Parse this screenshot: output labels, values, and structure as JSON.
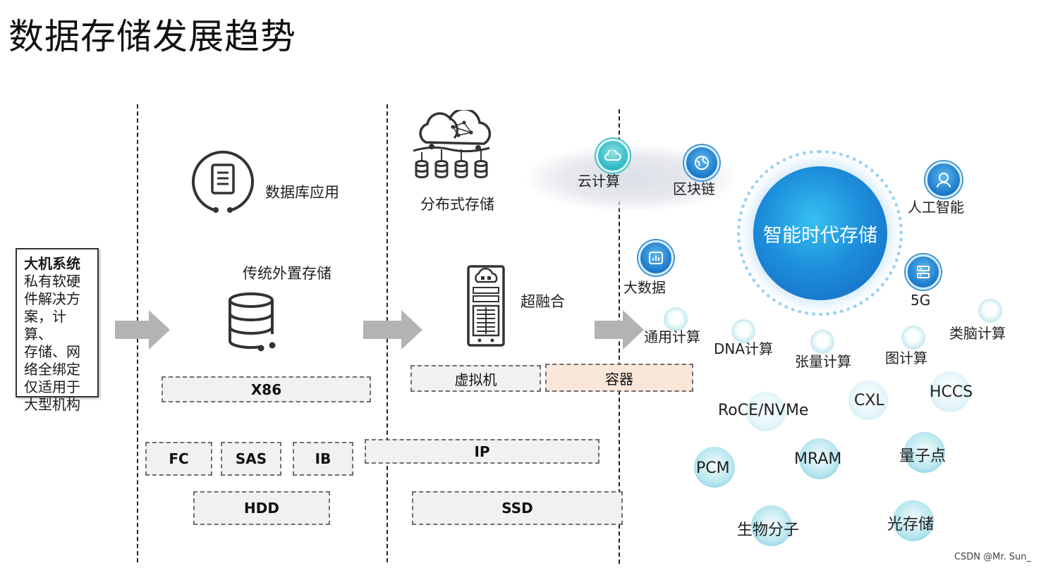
{
  "title": "数据存储发展趋势",
  "mainframe": {
    "title": "大机系统",
    "lines": [
      "私有软硬",
      "件解决方",
      "案，计算、",
      "存储、网",
      "络全绑定",
      "仅适用于",
      "大型机构"
    ]
  },
  "stage2": {
    "database_app": "数据库应用",
    "traditional_storage": "传统外置存储",
    "x86": "X86",
    "fc": "FC",
    "sas": "SAS",
    "ib": "IB",
    "hdd": "HDD"
  },
  "stage3": {
    "distributed_storage": "分布式存储",
    "hyperconverged": "超融合",
    "vm": "虚拟机",
    "container": "容器",
    "ip": "IP",
    "ssd": "SSD"
  },
  "stage4": {
    "cloud_computing": "云计算",
    "blockchain": "区块链",
    "big_data": "大数据",
    "intelligent_storage": "智能时代存储",
    "ai": "人工智能",
    "fiveg": "5G",
    "general_computing": "通用计算",
    "dna_computing": "DNA计算",
    "tensor_computing": "张量计算",
    "graph_computing": "图计算",
    "brain_computing": "类脑计算",
    "roce": "RoCE/NVMe",
    "cxl": "CXL",
    "hccs": "HCCS",
    "pcm": "PCM",
    "mram": "MRAM",
    "quantum_dot": "量子点",
    "molecule": "生物分子",
    "optical_storage": "光存储"
  },
  "footer": "CSDN @Mr. Sun_"
}
